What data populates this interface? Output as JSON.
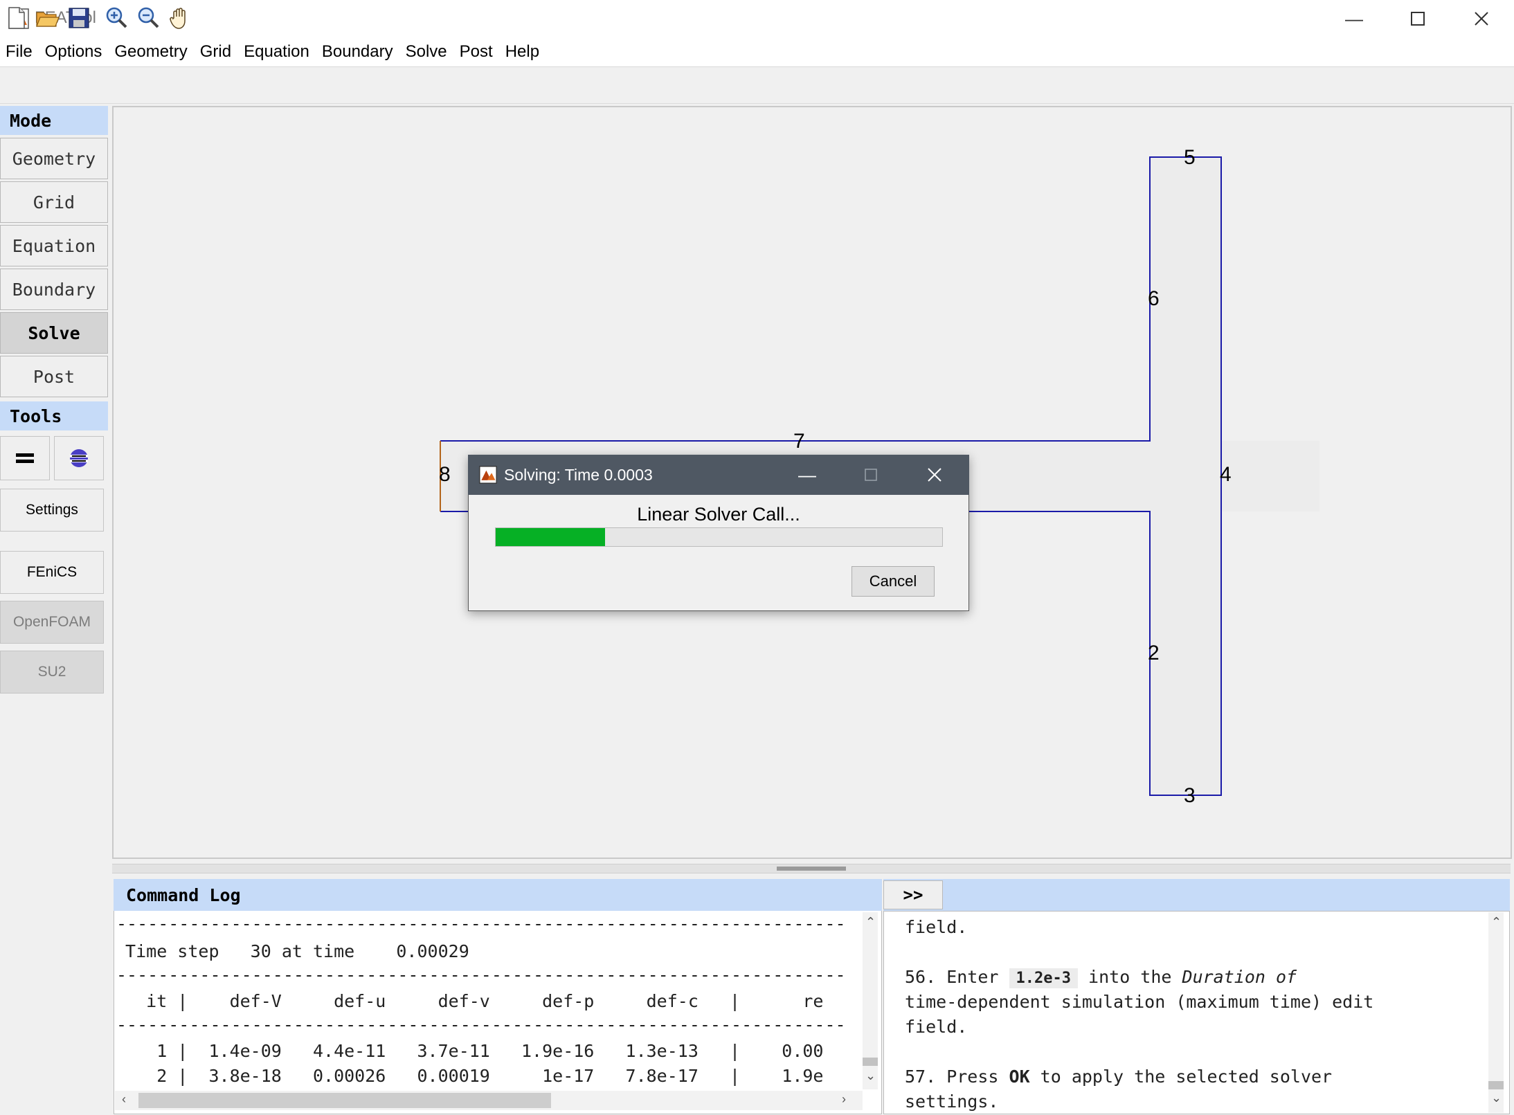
{
  "window": {
    "title": "FEATool"
  },
  "menu": [
    "File",
    "Options",
    "Geometry",
    "Grid",
    "Equation",
    "Boundary",
    "Solve",
    "Post",
    "Help"
  ],
  "toolbar": {
    "icons": [
      "new-file-icon",
      "open-folder-icon",
      "save-icon",
      "zoom-in-icon",
      "zoom-out-icon",
      "pan-hand-icon"
    ]
  },
  "sidebar": {
    "mode_header": "Mode",
    "modes": [
      "Geometry",
      "Grid",
      "Equation",
      "Boundary",
      "Solve",
      "Post"
    ],
    "active_mode": "Solve",
    "tools_header": "Tools",
    "tool_buttons": {
      "settings": "Settings",
      "fenics": "FEniCS",
      "openfoam": "OpenFOAM",
      "su2": "SU2"
    }
  },
  "canvas": {
    "edge_labels": [
      "2",
      "3",
      "4",
      "5",
      "6",
      "7",
      "8"
    ]
  },
  "command_log": {
    "title": "Command Log",
    "divider": "----------------------------------------------------------------------",
    "time_step_line": " Time step   30 at time    0.00029",
    "column_header": "   it |    def-V     def-u     def-v     def-p     def-c   |      re",
    "rows": [
      "    1 |  1.4e-09   4.4e-11   3.7e-11   1.9e-16   1.3e-13   |    0.00",
      "    2 |  3.8e-18   0.00026   0.00019     1e-17   7.8e-17   |    1.9e"
    ]
  },
  "help_panel": {
    "expand_label": ">>",
    "line1": "field.",
    "step56_pre": "56. Enter ",
    "step56_value": "1.2e-3",
    "step56_mid": " into the ",
    "step56_em": "Duration of",
    "step56_line2": "time-dependent simulation (maximum time) edit",
    "step56_line3": "field.",
    "step57_pre": "57. Press ",
    "step57_bold": "OK",
    "step57_post": " to apply the selected solver",
    "step57_line2": "settings."
  },
  "dialog": {
    "title": "Solving: Time 0.0003",
    "message": "Linear Solver Call...",
    "progress": 0.245,
    "cancel_label": "Cancel"
  },
  "colors": {
    "header_blue": "#c6dbf8",
    "geometry_edge": "#1a1aa8",
    "geometry_edge_left": "#b3641a",
    "progress_green": "#06b025",
    "dialog_titlebar": "#4f5863"
  }
}
